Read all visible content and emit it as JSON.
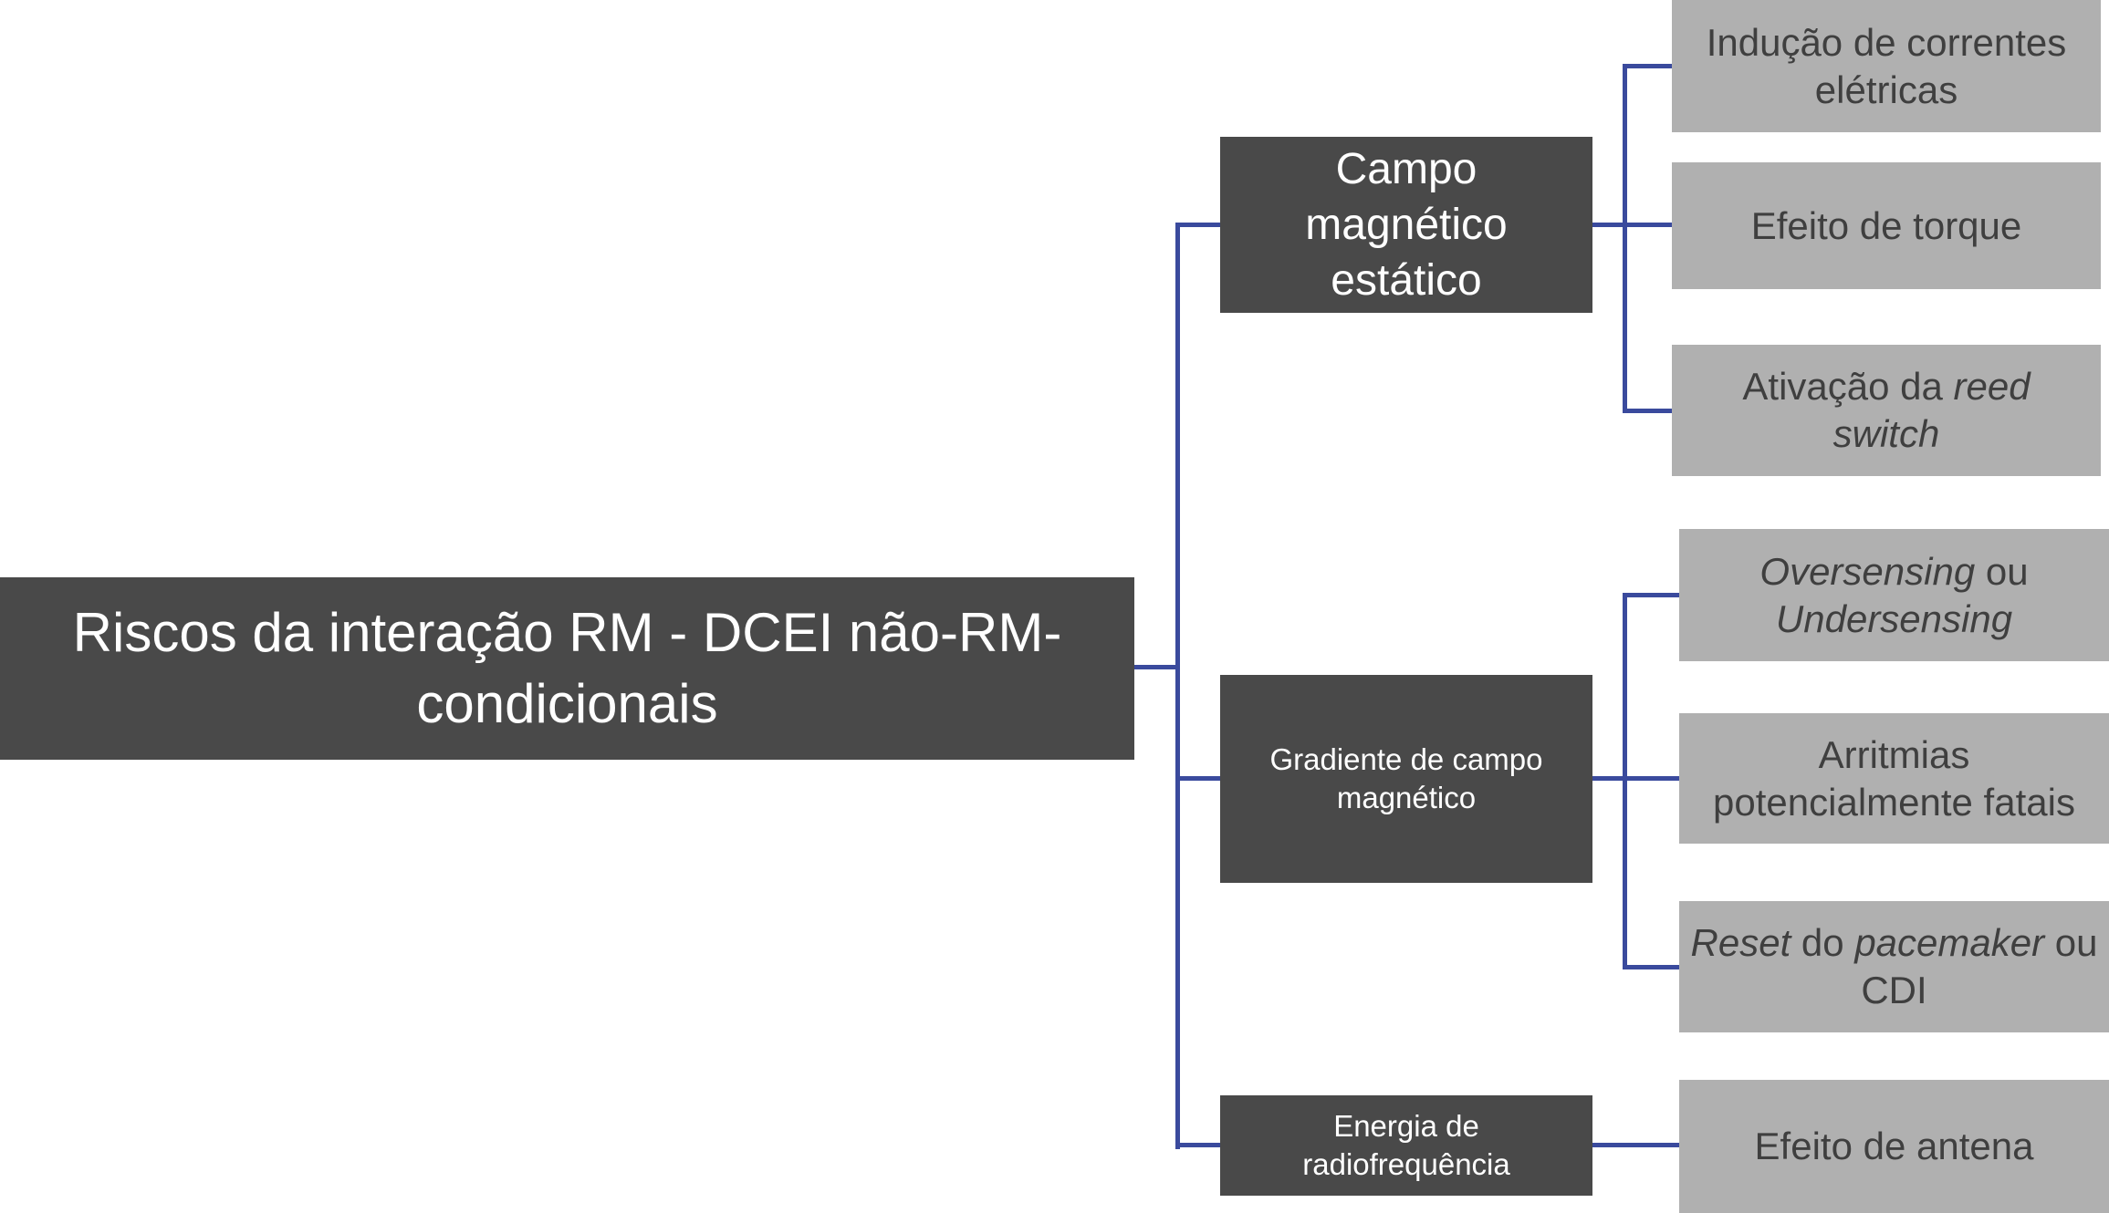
{
  "diagram": {
    "type": "hierarchy-tree",
    "language": "pt-BR",
    "colors": {
      "node_dark_fill": "#494949",
      "node_light_fill": "#B0B0B0",
      "connector_blue": "#3A4A9D",
      "text_on_dark": "#FFFFFF",
      "text_on_light": "#3F3F3F",
      "background": "#FFFFFF"
    },
    "root": {
      "label": "Riscos da interação RM - DCEI não-RM-\ncondicionais"
    },
    "branches": [
      {
        "label": "Campo\nmagnético\nestático",
        "children": [
          {
            "segments": [
              {
                "text": "Indução de correntes\nelétricas",
                "italic": false
              }
            ]
          },
          {
            "segments": [
              {
                "text": "Efeito de torque",
                "italic": false
              }
            ]
          },
          {
            "segments": [
              {
                "text": "Ativação da ",
                "italic": false
              },
              {
                "text": "reed\nswitch",
                "italic": true
              }
            ]
          }
        ]
      },
      {
        "label": "Gradiente de campo\nmagnético",
        "children": [
          {
            "segments": [
              {
                "text": "Oversensing",
                "italic": true
              },
              {
                "text": " ou\n",
                "italic": false
              },
              {
                "text": "Undersensing",
                "italic": true
              }
            ]
          },
          {
            "segments": [
              {
                "text": "Arritmias\npotencialmente fatais",
                "italic": false
              }
            ]
          },
          {
            "segments": [
              {
                "text": "Reset",
                "italic": true
              },
              {
                "text": " do ",
                "italic": false
              },
              {
                "text": "pacemaker",
                "italic": true
              },
              {
                "text": " ou\nCDI",
                "italic": false
              }
            ]
          }
        ]
      },
      {
        "label": "Energia de\nradiofrequência",
        "children": [
          {
            "segments": [
              {
                "text": "Efeito de antena",
                "italic": false
              }
            ]
          }
        ]
      }
    ]
  }
}
